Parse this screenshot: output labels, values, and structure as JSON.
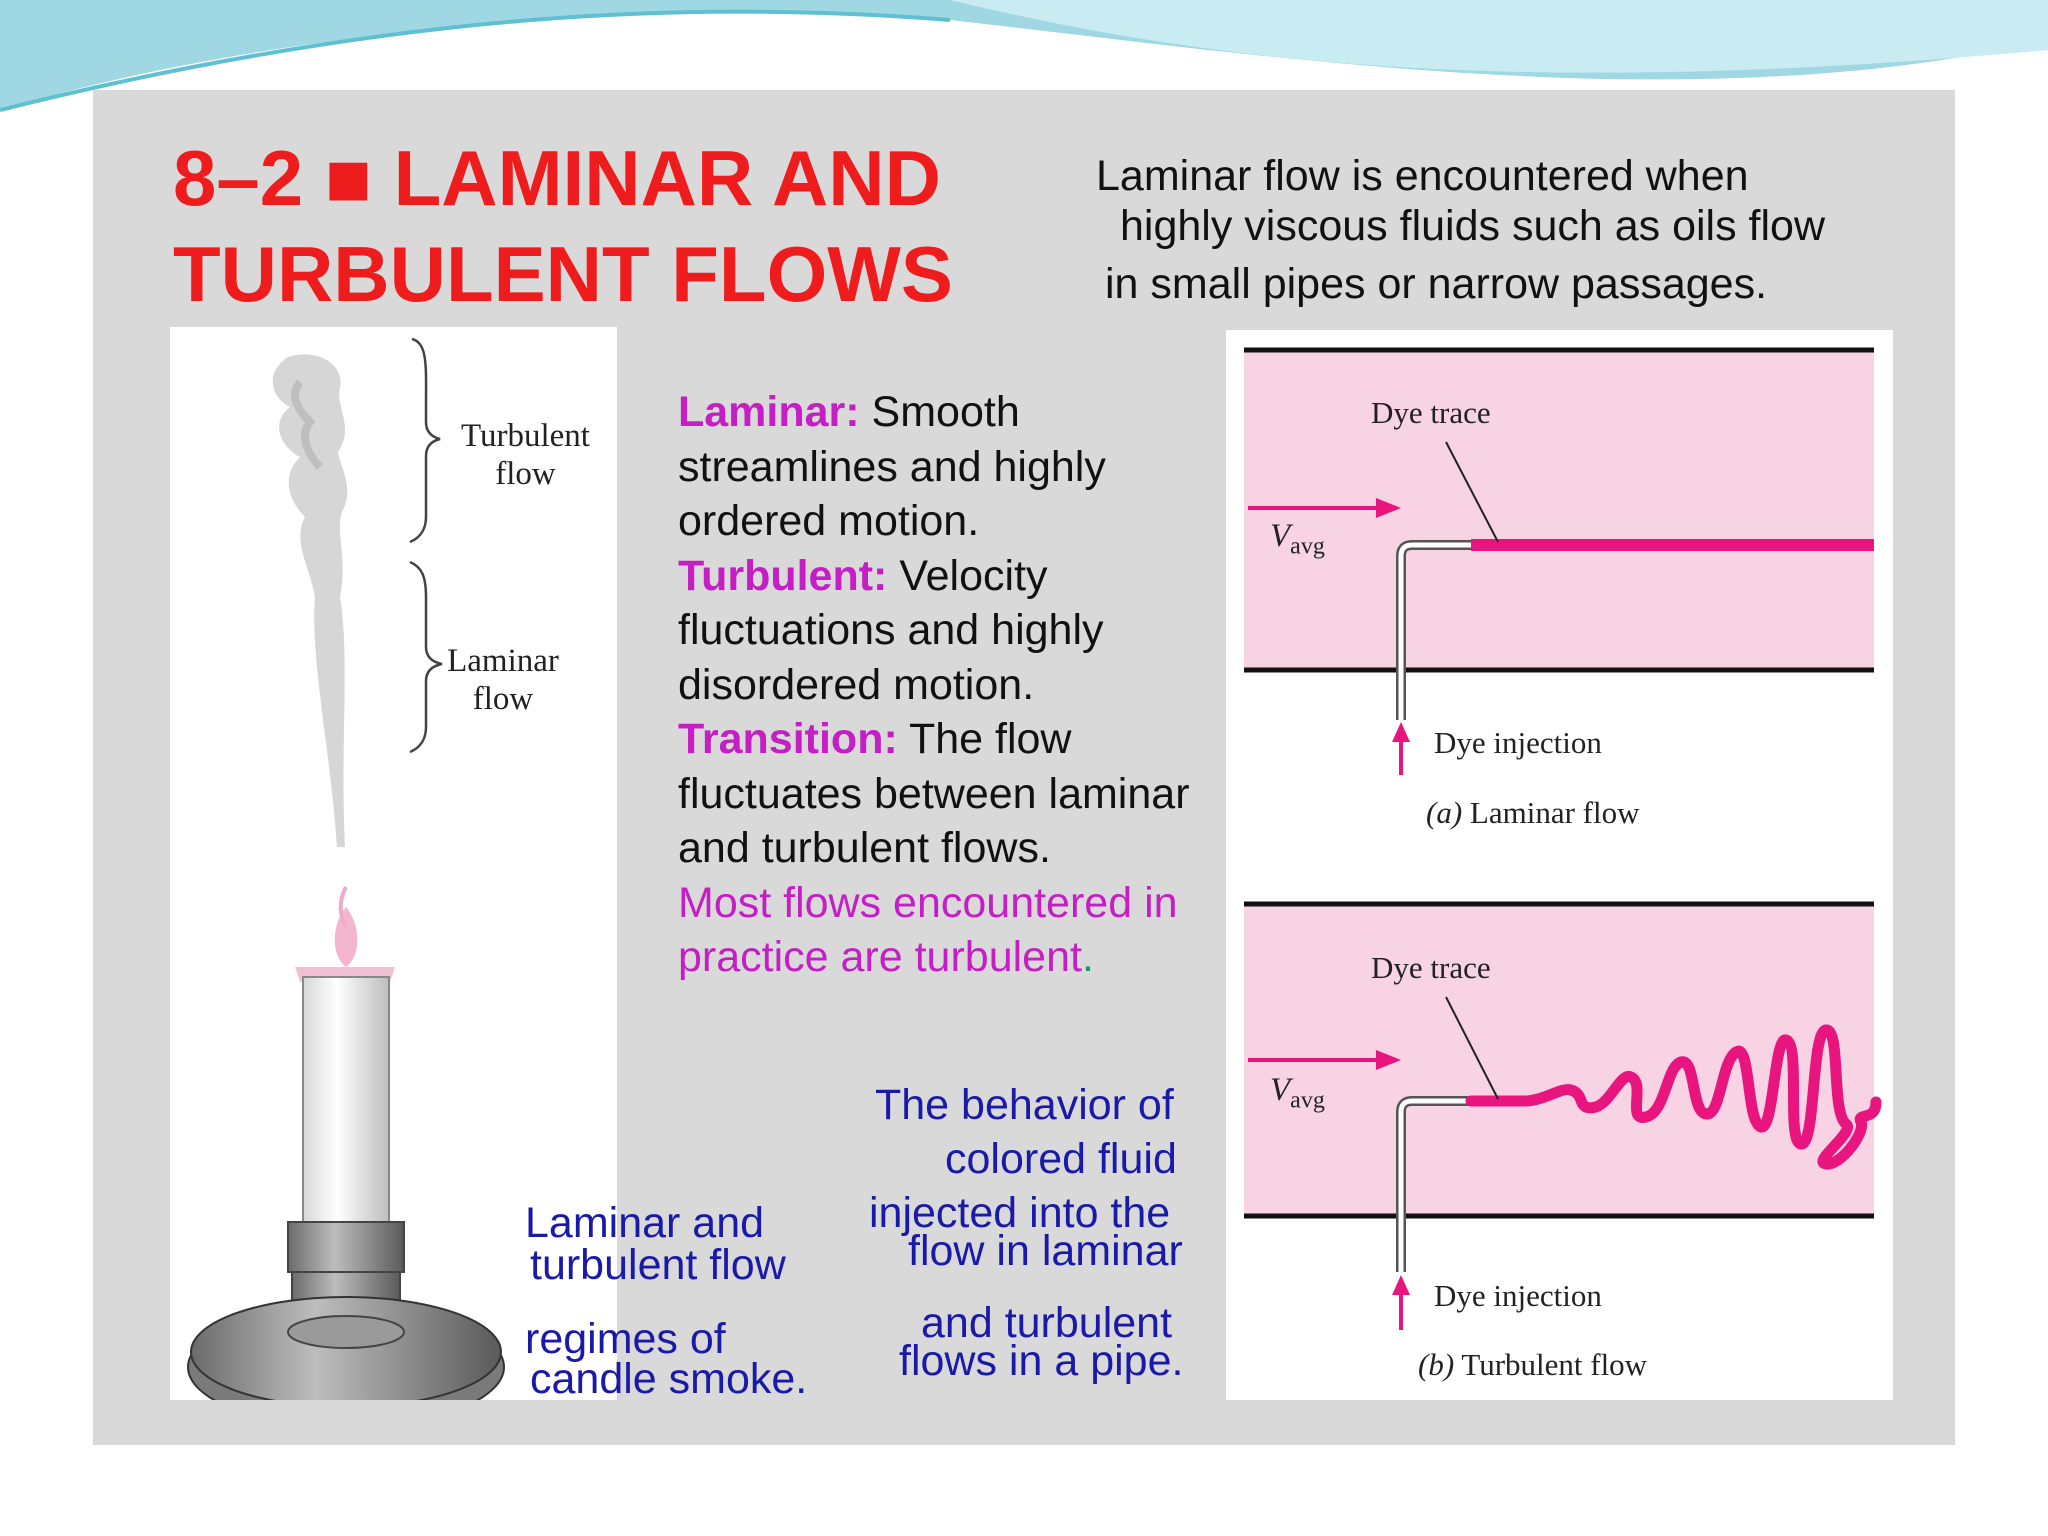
{
  "title": {
    "line1": "8–2 ■ LAMINAR AND",
    "line2": "TURBULENT FLOWS"
  },
  "intro": {
    "line1": "Laminar flow is encountered when",
    "line2": "highly viscous fluids such as oils flow",
    "line3": "in small pipes or narrow passages."
  },
  "definitions": [
    {
      "term": "Laminar:",
      "rest": " Smooth streamlines and highly ordered motion."
    },
    {
      "term": "Turbulent:",
      "rest": " Velocity fluctuations and highly disordered motion."
    },
    {
      "term": "Transition:",
      "rest": " The flow fluctuates between laminar and turbulent flows."
    }
  ],
  "note": {
    "text": "Most flows encountered in practice are turbulent",
    "period": "."
  },
  "candle_figure": {
    "turbulent_label_1": "Turbulent",
    "turbulent_label_2": "flow",
    "laminar_label_1": "Laminar",
    "laminar_label_2": "flow"
  },
  "candle_caption": {
    "line1": "Laminar and",
    "line2": "turbulent flow",
    "line3": "regimes of",
    "line4": "candle smoke."
  },
  "pipe_caption": {
    "line1": "The behavior of",
    "line2": "colored fluid",
    "line3": "injected into the",
    "line4": "flow in laminar",
    "line5": "and turbulent",
    "line6": "flows in a pipe."
  },
  "pipe_figures": {
    "a": {
      "dye_trace": "Dye trace",
      "v_symbol": "V",
      "v_subscript": "avg",
      "dye_injection": "Dye injection",
      "caption_letter": "(a)",
      "caption_text": " Laminar flow"
    },
    "b": {
      "dye_trace": "Dye trace",
      "v_symbol": "V",
      "v_subscript": "avg",
      "dye_injection": "Dye injection",
      "caption_letter": "(b)",
      "caption_text": " Turbulent flow"
    }
  },
  "colors": {
    "title": "#ee1c1c",
    "term": "#c41ec4",
    "caption_blue": "#1a1aa8",
    "pipe_fill": "#f8d3e3",
    "dye": "#e8157f",
    "slide_bg": "#d9d9d9"
  }
}
